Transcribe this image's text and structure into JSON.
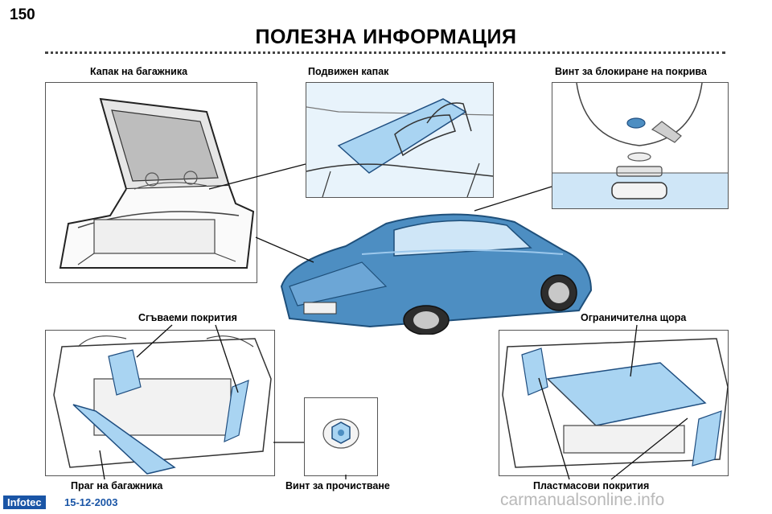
{
  "page": {
    "number": "150",
    "title": "ПОЛЕЗНА ИНФОРМАЦИЯ"
  },
  "labels": {
    "trunk_lid": "Капак на багажника",
    "movable_lid": "Подвижен капак",
    "roof_lock_screw": "Винт за блокиране на покрива",
    "folding_covers": "Сгъваеми покрития",
    "restraint_strap": "Ограничителна щора",
    "trunk_sill": "Праг на багажника",
    "cleaning_screw": "Винт за прочистване",
    "plastic_covers": "Пластмасови покрития"
  },
  "footer": {
    "logo": "Infotec",
    "date": "15-12-2003",
    "watermark": "carmanualsonline.info"
  },
  "colors": {
    "highlight_blue": "#a9d4f2",
    "car_blue": "#4d8ec2",
    "footer_blue": "#1a55a6"
  }
}
